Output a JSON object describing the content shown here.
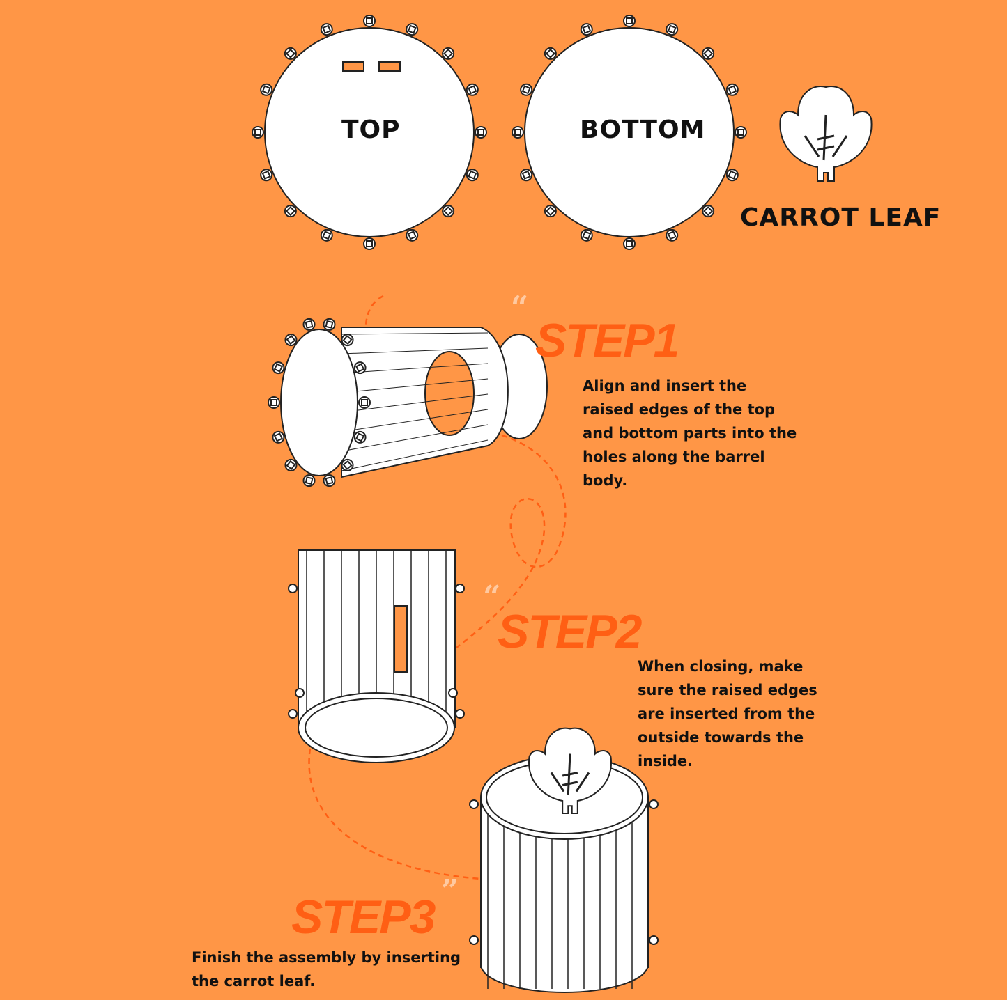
{
  "parts": {
    "top_label": "TOP",
    "bottom_label": "BOTTOM",
    "leaf_label": "CARROT LEAF"
  },
  "steps": [
    {
      "quote": "“",
      "title": "STEP1",
      "lines": [
        "Align and insert the",
        "raised edges of the top",
        "and bottom parts into the",
        "holes along the barrel",
        "body."
      ]
    },
    {
      "quote": "“",
      "title": "STEP2",
      "lines": [
        "When closing, make",
        "sure the raised edges",
        "are inserted from the",
        "outside towards the",
        "inside."
      ]
    },
    {
      "quote": "”",
      "title": "STEP3",
      "lines": [
        "Finish the assembly by inserting",
        "the carrot leaf."
      ]
    }
  ],
  "colors": {
    "background": "#FF9646",
    "accent": "#FF5F14",
    "quote": "#FFC9A0"
  }
}
